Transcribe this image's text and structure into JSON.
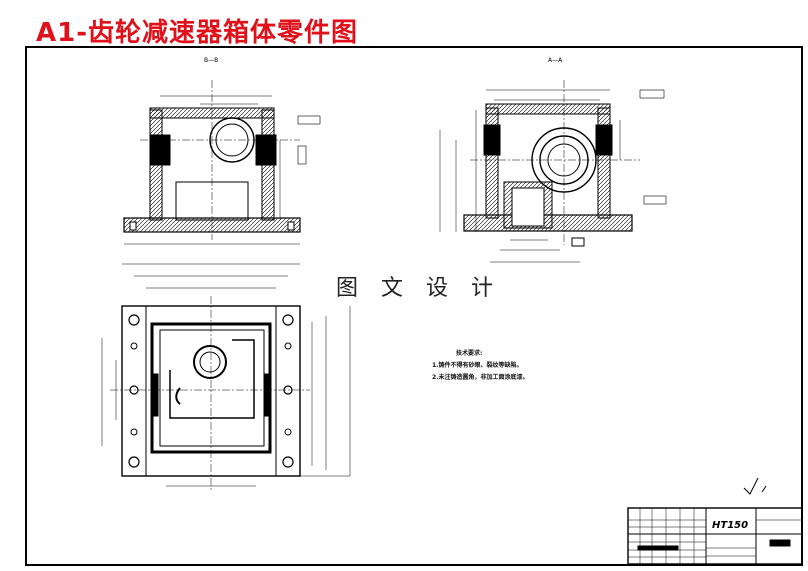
{
  "title": "A1-齿轮减速器箱体零件图",
  "watermark": "图 文 设 计",
  "views": {
    "section_bb": "B—B",
    "section_aa": "A—A"
  },
  "notes": {
    "heading": "技术要求:",
    "line1": "1.铸件不得有砂眼、裂纹等缺陷。",
    "line2": "2.未注铸造圆角，非加工面涂底漆。"
  },
  "title_block": {
    "material": "HT150"
  },
  "colors": {
    "title": "#e0111a",
    "line": "#000000",
    "background": "#ffffff"
  }
}
